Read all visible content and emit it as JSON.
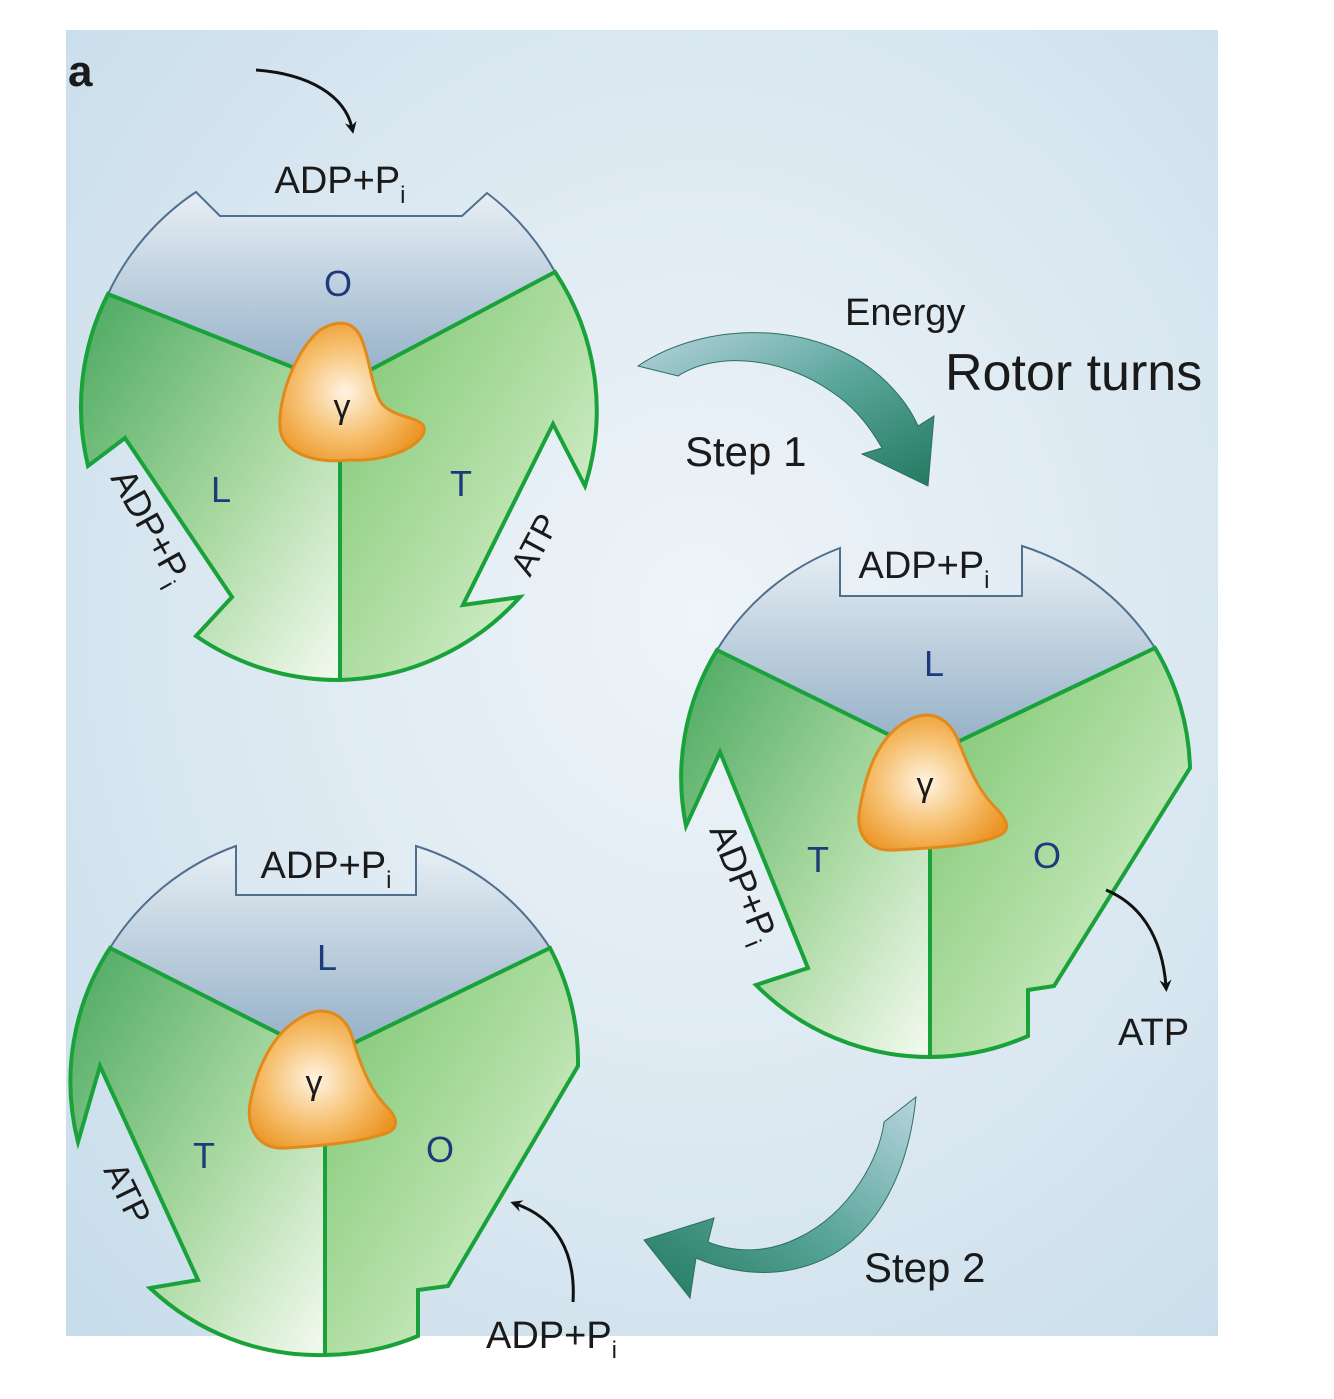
{
  "panel_label": "a",
  "title_annotation": "Rotor turns",
  "energy_label": "Energy",
  "step1_label": "Step 1",
  "step2_label": "Step 2",
  "adp_main": "ADP+P",
  "adp_sub": "i",
  "atp_label": "ATP",
  "gamma_label": "γ",
  "states": {
    "top_left": {
      "blue_site": "O",
      "left_site": "L",
      "right_site": "T"
    },
    "right": {
      "blue_site": "L",
      "left_site": "T",
      "right_site": "O"
    },
    "bottom_left": {
      "blue_site": "L",
      "left_site": "T",
      "right_site": "O"
    }
  },
  "colors": {
    "background": "#d9e7f0",
    "blue_subunit": "#9fb9cf",
    "green_subunit": "#8fcf7f",
    "green_outline": "#1aa23a",
    "gamma": "#f0a030",
    "arrow": "#2f8a6a"
  }
}
